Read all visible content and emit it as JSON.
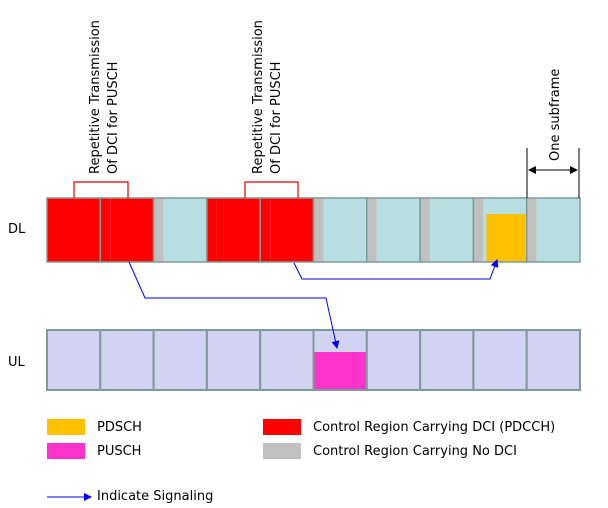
{
  "rows": {
    "dl_label": "DL",
    "ul_label": "UL"
  },
  "annotations": {
    "repetitive_1": [
      "Repetitive Transmission",
      "Of DCI for PUSCH"
    ],
    "repetitive_2": [
      "Repetitive Transmission",
      "Of DCI for PUSCH"
    ],
    "one_subframe": "One subframe"
  },
  "dl_subframes": [
    {
      "index": 1,
      "control": "dci",
      "data": "dci"
    },
    {
      "index": 2,
      "control": "dci",
      "data": "dci"
    },
    {
      "index": 3,
      "control": "no-dci",
      "data": "empty"
    },
    {
      "index": 4,
      "control": "dci",
      "data": "dci"
    },
    {
      "index": 5,
      "control": "dci",
      "data": "dci"
    },
    {
      "index": 6,
      "control": "no-dci",
      "data": "empty"
    },
    {
      "index": 7,
      "control": "no-dci",
      "data": "empty"
    },
    {
      "index": 8,
      "control": "no-dci",
      "data": "empty"
    },
    {
      "index": 9,
      "control": "no-dci",
      "data": "pdsch"
    },
    {
      "index": 10,
      "control": "no-dci",
      "data": "empty"
    }
  ],
  "ul_subframes": [
    {
      "index": 1,
      "data": "empty"
    },
    {
      "index": 2,
      "data": "empty"
    },
    {
      "index": 3,
      "data": "empty"
    },
    {
      "index": 4,
      "data": "empty"
    },
    {
      "index": 5,
      "data": "empty"
    },
    {
      "index": 6,
      "data": "pusch"
    },
    {
      "index": 7,
      "data": "empty"
    },
    {
      "index": 8,
      "data": "empty"
    },
    {
      "index": 9,
      "data": "empty"
    },
    {
      "index": 10,
      "data": "empty"
    }
  ],
  "signaling_arrows": [
    {
      "from": "dl-subframe-2",
      "to": "ul-subframe-6"
    },
    {
      "from": "dl-subframe-5",
      "to": "dl-subframe-9"
    }
  ],
  "legend": {
    "pdsch": "PDSCH",
    "pusch": "PUSCH",
    "control_dci": "Control Region Carrying DCI (PDCCH)",
    "control_no_dci": "Control Region Carrying No DCI",
    "signaling": "Indicate Signaling"
  },
  "colors": {
    "dci_red": "#ff0000",
    "control_gray": "#c0c0c0",
    "dl_empty": "#b7dfe2",
    "ul_empty": "#d2d2f2",
    "pdsch": "#ffc000",
    "pusch": "#ff33cc",
    "arrow": "#0000ff",
    "border": "#7f9a9a"
  }
}
